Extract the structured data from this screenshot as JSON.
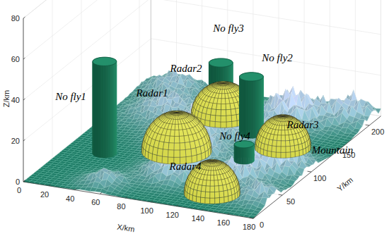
{
  "diagram": {
    "labels": [
      "0",
      "20",
      "40",
      "60",
      "80",
      "0",
      "20",
      "40",
      "60",
      "80",
      "100",
      "120",
      "140",
      "160",
      "180",
      "0",
      "50",
      "100",
      "150",
      "200",
      "Z/km",
      "X/km",
      "Y/km",
      "No fly1",
      "Radar2",
      "No fly3",
      "No fly2",
      "Radar1",
      "No fly4",
      "Radar3",
      "Mountain",
      "Radar4"
    ]
  }
}
